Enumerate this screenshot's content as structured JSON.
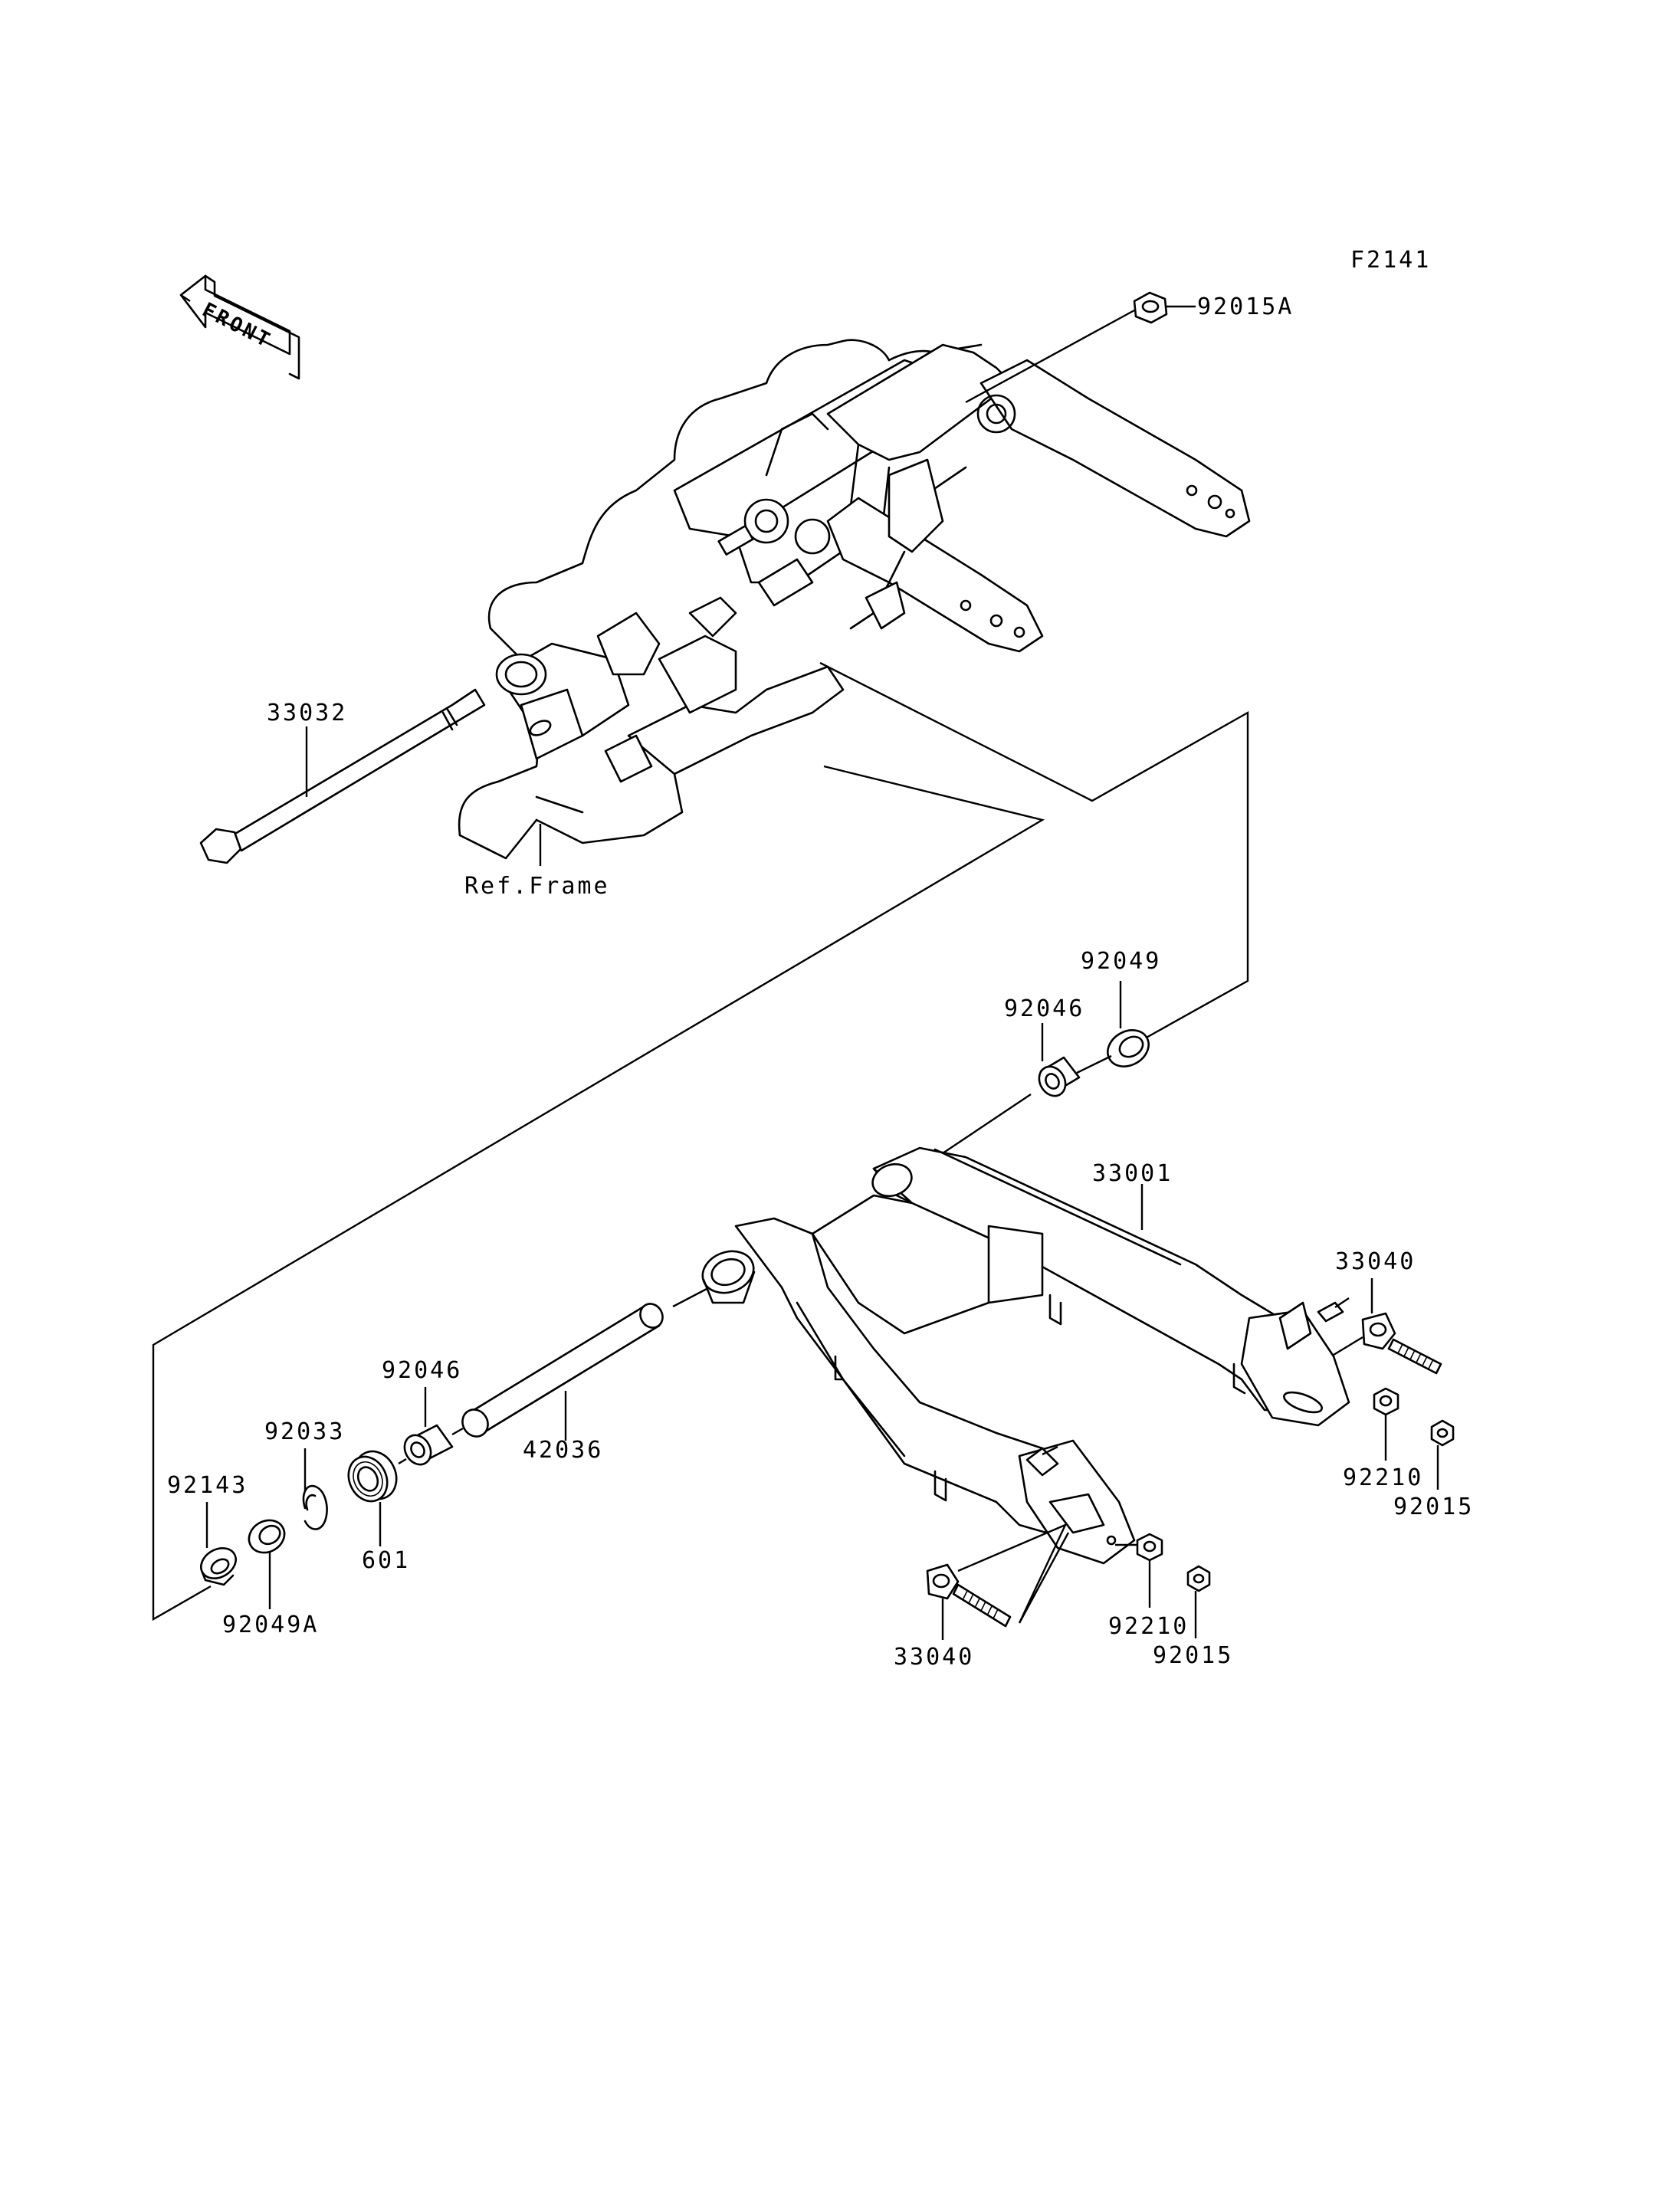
{
  "figure_code": "F2141",
  "front_label": "FRONT",
  "ref_frame_label": "Ref.Frame",
  "parts": {
    "p92015A": "92015A",
    "p33032": "33032",
    "p92049": "92049",
    "p92046_top": "92046",
    "p33001": "33001",
    "p33040_right": "33040",
    "p92046_left": "92046",
    "p92033": "92033",
    "p42036": "42036",
    "p92143": "92143",
    "p601": "601",
    "p92049A": "92049A",
    "p92210_right": "92210",
    "p92015_right": "92015",
    "p92210_bottom": "92210",
    "p92015_bottom": "92015",
    "p33040_bottom": "33040"
  }
}
